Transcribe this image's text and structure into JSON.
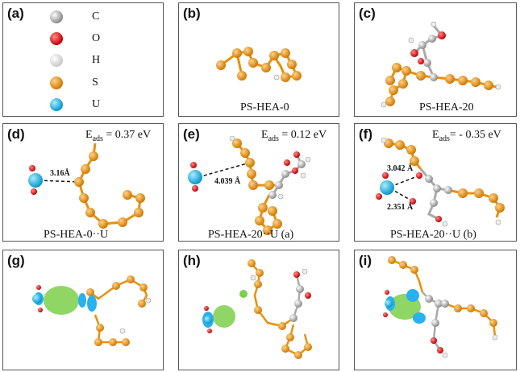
{
  "panels": [
    {
      "label": "(a)"
    },
    {
      "label": "(b)",
      "caption": "PS-HEA-0"
    },
    {
      "label": "(c)",
      "caption": "PS-HEA-20"
    },
    {
      "label": "(d)",
      "caption": "PS-HEA-0··U",
      "energy_prefix": "E",
      "energy_sub": "ads",
      "energy_value": " = 0.37 eV",
      "distances": [
        "3.16Å"
      ]
    },
    {
      "label": "(e)",
      "caption": "PS-HEA-20··U (a)",
      "energy_prefix": "E",
      "energy_sub": "ads",
      "energy_value": " = 0.12 eV",
      "distances": [
        "4.039 Å"
      ]
    },
    {
      "label": "(f)",
      "caption": "PS-HEA-20··U (b)",
      "energy_prefix": "E",
      "energy_sub": "ads",
      "energy_value": "= - 0.35 eV",
      "distances": [
        "3.042 Å",
        "2.351 Å"
      ]
    },
    {
      "label": "(g)"
    },
    {
      "label": "(h)"
    },
    {
      "label": "(i)"
    }
  ],
  "legend": [
    {
      "symbol": "C",
      "color": "#9a9a9a"
    },
    {
      "symbol": "O",
      "color": "#e01010"
    },
    {
      "symbol": "H",
      "color": "#e8e8e8"
    },
    {
      "symbol": "S",
      "color": "#e8900c"
    },
    {
      "symbol": "U",
      "color": "#1ab6e6"
    }
  ],
  "colors": {
    "sulfur": "#e8900c",
    "carbon": "#9a9a9a",
    "oxygen": "#e01010",
    "hydrogen": "#e8e8e8",
    "uranium": "#1ab6e6",
    "density_green": "#7ccf4a",
    "density_cyan": "#2ab0ee"
  }
}
